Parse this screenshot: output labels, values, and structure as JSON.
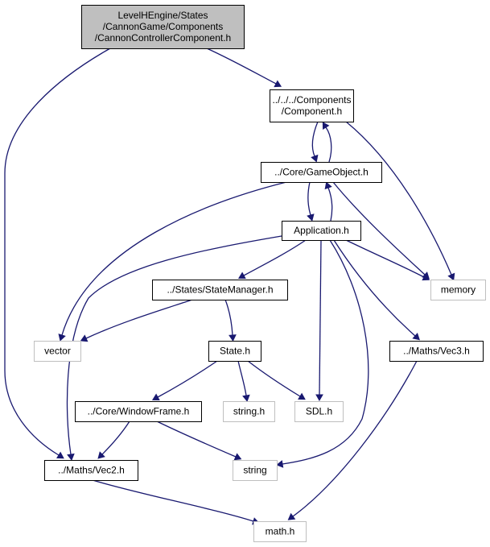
{
  "colors": {
    "edge": "#191970",
    "root_fill": "#bfbfbf",
    "node_border": "#000000",
    "external_border": "#bfbfbf",
    "background": "#ffffff"
  },
  "nodes": [
    {
      "id": "cannon",
      "lines": [
        "LevelHEngine/States",
        "/CannonGame/Components",
        "/CannonControllerComponent.h"
      ],
      "kind": "root"
    },
    {
      "id": "component",
      "lines": [
        "../../../Components",
        "/Component.h"
      ],
      "kind": "header"
    },
    {
      "id": "gameobject",
      "lines": [
        "../Core/GameObject.h"
      ],
      "kind": "header"
    },
    {
      "id": "application",
      "lines": [
        "Application.h"
      ],
      "kind": "header"
    },
    {
      "id": "memory",
      "lines": [
        "memory"
      ],
      "kind": "external"
    },
    {
      "id": "statemanager",
      "lines": [
        "../States/StateManager.h"
      ],
      "kind": "header"
    },
    {
      "id": "vector",
      "lines": [
        "vector"
      ],
      "kind": "external"
    },
    {
      "id": "state",
      "lines": [
        "State.h"
      ],
      "kind": "header"
    },
    {
      "id": "vec3",
      "lines": [
        "../Maths/Vec3.h"
      ],
      "kind": "header"
    },
    {
      "id": "windowframe",
      "lines": [
        "../Core/WindowFrame.h"
      ],
      "kind": "header"
    },
    {
      "id": "stringh",
      "lines": [
        "string.h"
      ],
      "kind": "external"
    },
    {
      "id": "sdl",
      "lines": [
        "SDL.h"
      ],
      "kind": "external"
    },
    {
      "id": "vec2",
      "lines": [
        "../Maths/Vec2.h"
      ],
      "kind": "header"
    },
    {
      "id": "string",
      "lines": [
        "string"
      ],
      "kind": "external"
    },
    {
      "id": "math",
      "lines": [
        "math.h"
      ],
      "kind": "external"
    }
  ],
  "edges": [
    {
      "from": "cannon",
      "to": "component"
    },
    {
      "from": "cannon",
      "to": "vec2"
    },
    {
      "from": "component",
      "to": "gameobject"
    },
    {
      "from": "gameobject",
      "to": "component"
    },
    {
      "from": "component",
      "to": "memory"
    },
    {
      "from": "gameobject",
      "to": "application"
    },
    {
      "from": "application",
      "to": "gameobject"
    },
    {
      "from": "gameobject",
      "to": "vector"
    },
    {
      "from": "gameobject",
      "to": "memory"
    },
    {
      "from": "application",
      "to": "memory"
    },
    {
      "from": "application",
      "to": "statemanager"
    },
    {
      "from": "application",
      "to": "vec2"
    },
    {
      "from": "application",
      "to": "sdl"
    },
    {
      "from": "application",
      "to": "string"
    },
    {
      "from": "application",
      "to": "vec3"
    },
    {
      "from": "statemanager",
      "to": "vector"
    },
    {
      "from": "statemanager",
      "to": "state"
    },
    {
      "from": "state",
      "to": "windowframe"
    },
    {
      "from": "state",
      "to": "stringh"
    },
    {
      "from": "state",
      "to": "sdl"
    },
    {
      "from": "windowframe",
      "to": "vec2"
    },
    {
      "from": "windowframe",
      "to": "string"
    },
    {
      "from": "vec2",
      "to": "math"
    },
    {
      "from": "vec3",
      "to": "math"
    }
  ]
}
